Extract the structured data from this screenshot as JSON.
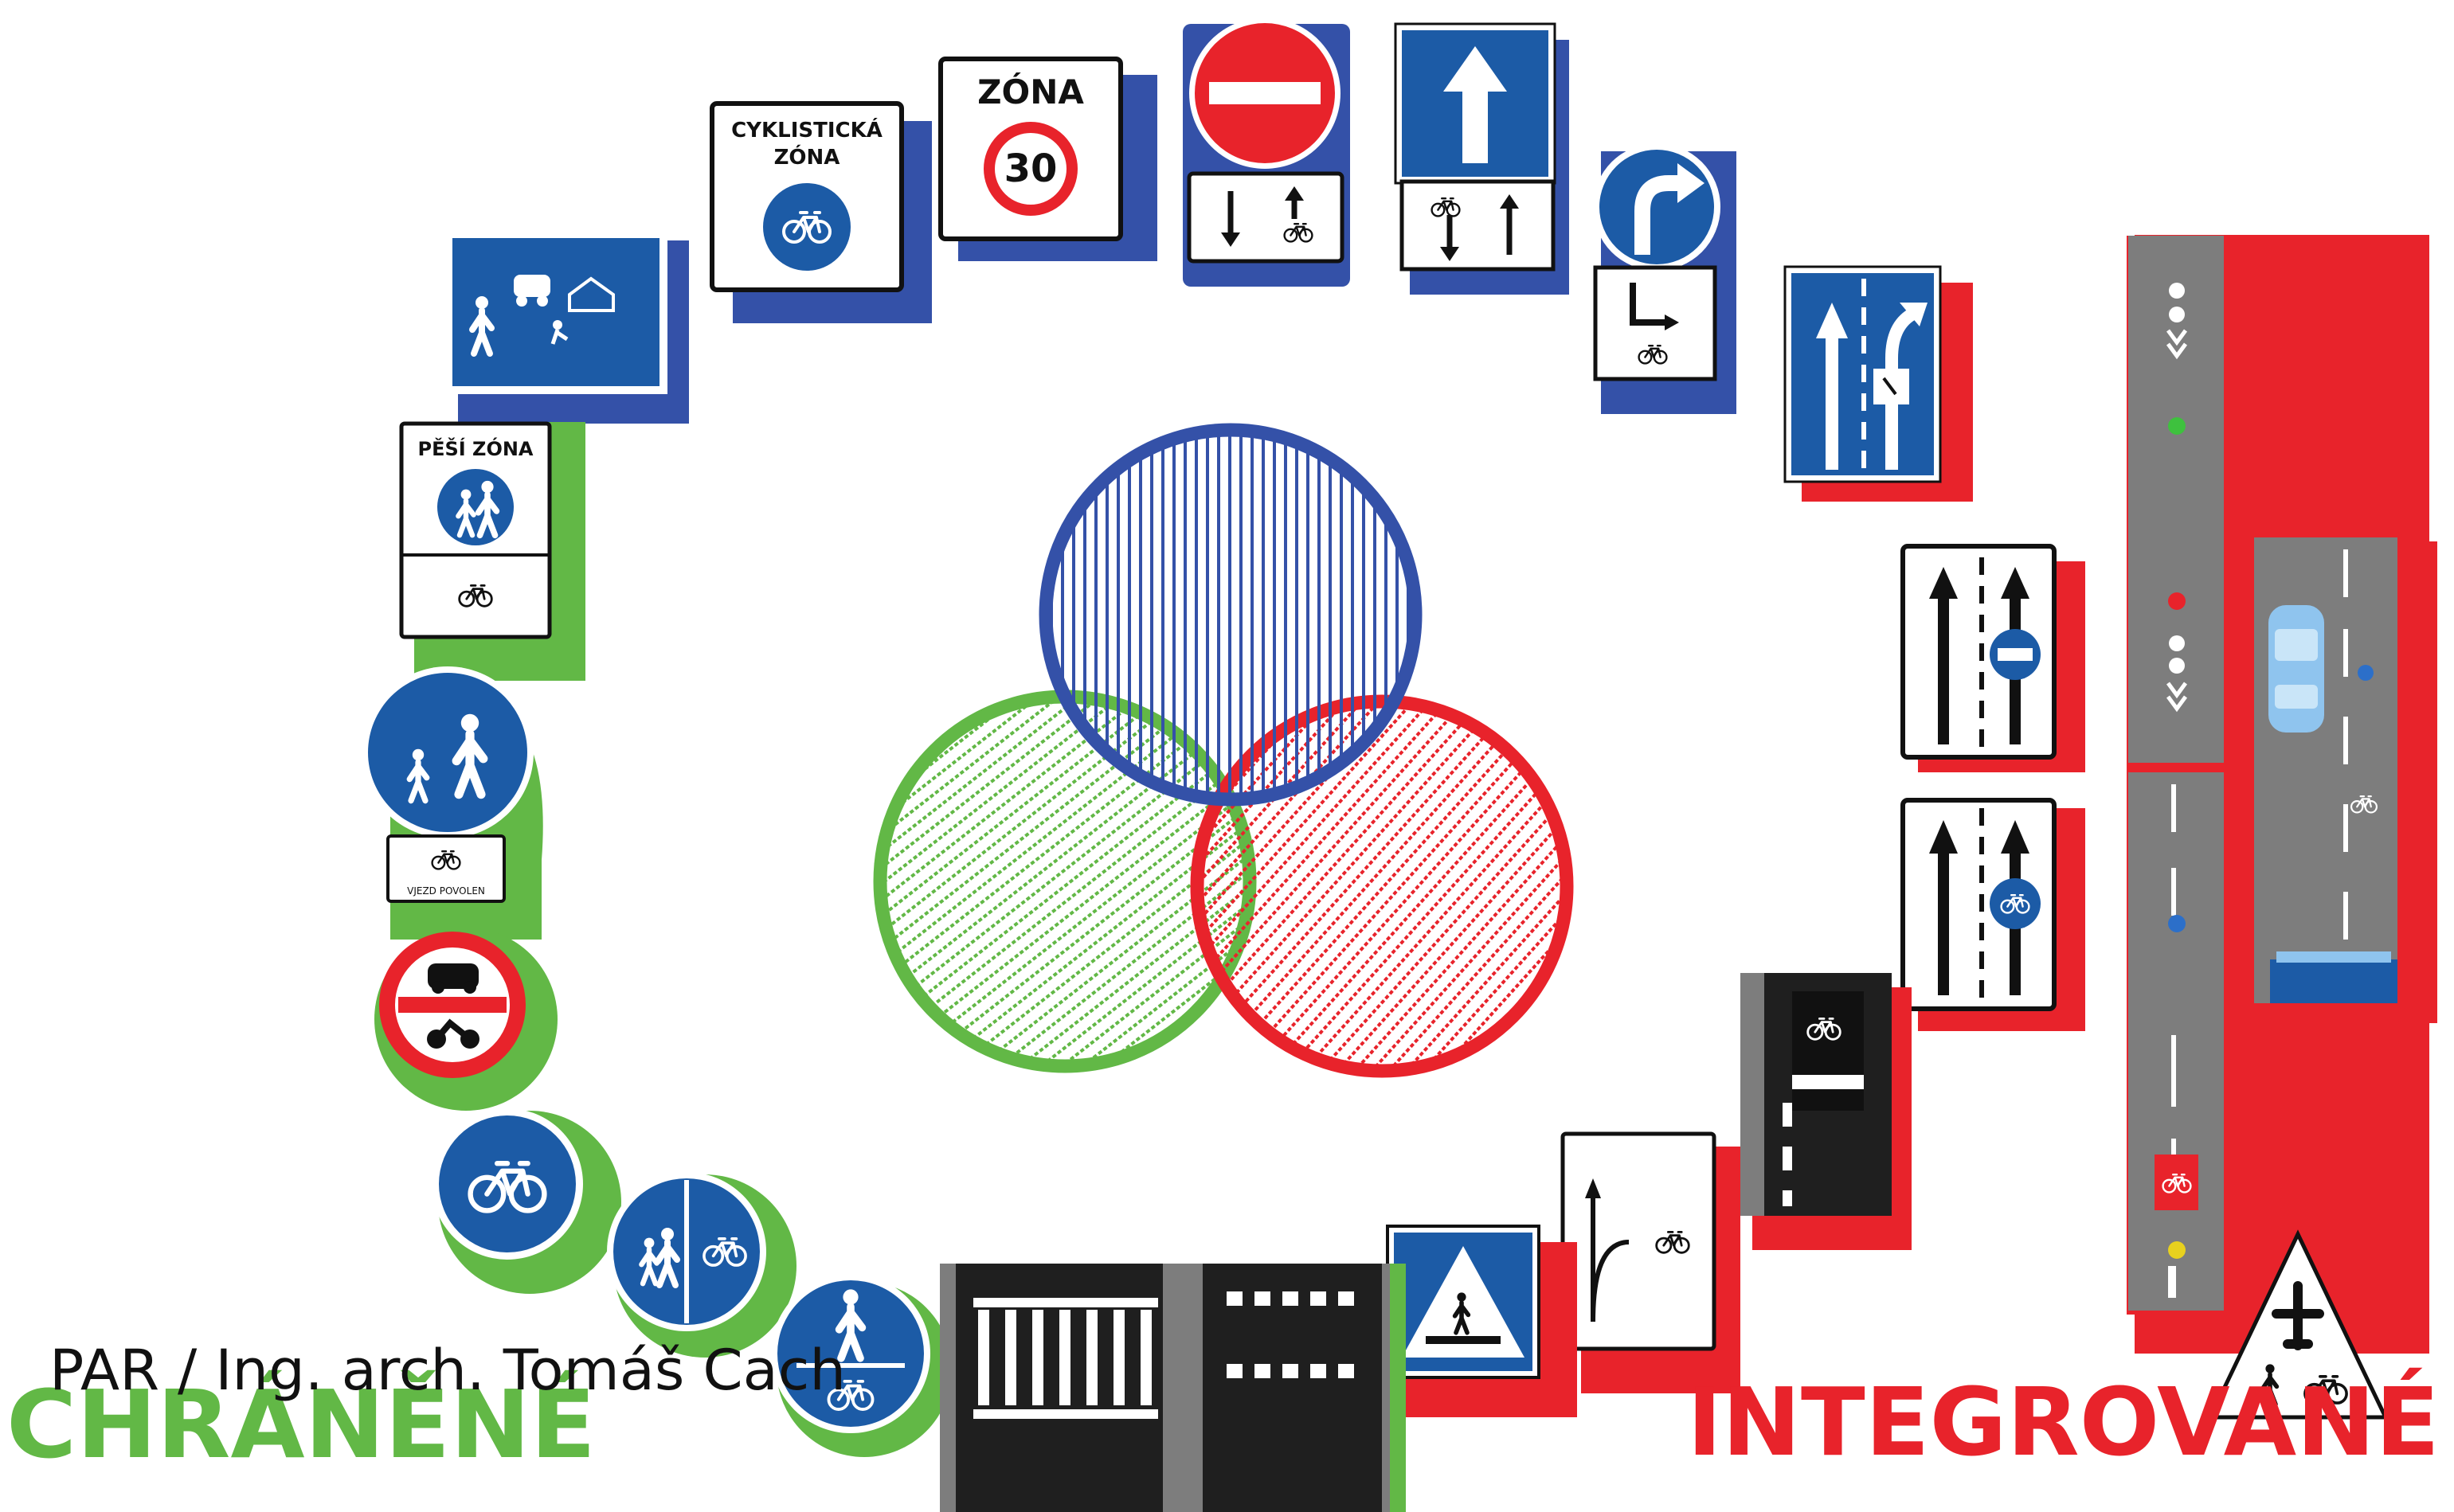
{
  "colors": {
    "blue": "#3451a8",
    "sign_blue": "#1c5ba6",
    "green": "#62b846",
    "red": "#e8232b",
    "asphalt": "#7d7d7d",
    "dark": "#1f1f1f"
  },
  "labels": {
    "left_title": "CHRÁNĚNÉ",
    "right_title": "INTEGROVANÉ",
    "credit": "PAR / Ing. arch. Tomáš Cach"
  },
  "signs": {
    "zone30_title": "ZÓNA",
    "zone30_limit": "30",
    "cycle_zone_line1": "CYKLISTICKÁ",
    "cycle_zone_line2": "ZÓNA",
    "ped_zone_title": "PĚŠÍ ZÓNA",
    "path_plate": "VJEZD POVOLEN"
  },
  "icons": [
    "no-entry-sign-icon",
    "one-way-sign-icon",
    "turn-right-sign-icon",
    "lane-arrows-sign-icon",
    "zone-30-sign-icon",
    "cycle-zone-sign-icon",
    "residential-zone-sign-icon",
    "pedestrian-zone-sign-icon",
    "footpath-sign-icon",
    "no-motor-vehicles-sign-icon",
    "cycle-path-sign-icon",
    "split-path-sign-icon",
    "shared-path-sign-icon",
    "crosswalk-marking-icon",
    "cycle-crossing-marking-icon",
    "pedestrian-crossing-sign-icon",
    "cycle-lane-marking-icon",
    "bus-lane-sign-icon",
    "road-section-icon",
    "traffic-triangle-icon"
  ]
}
